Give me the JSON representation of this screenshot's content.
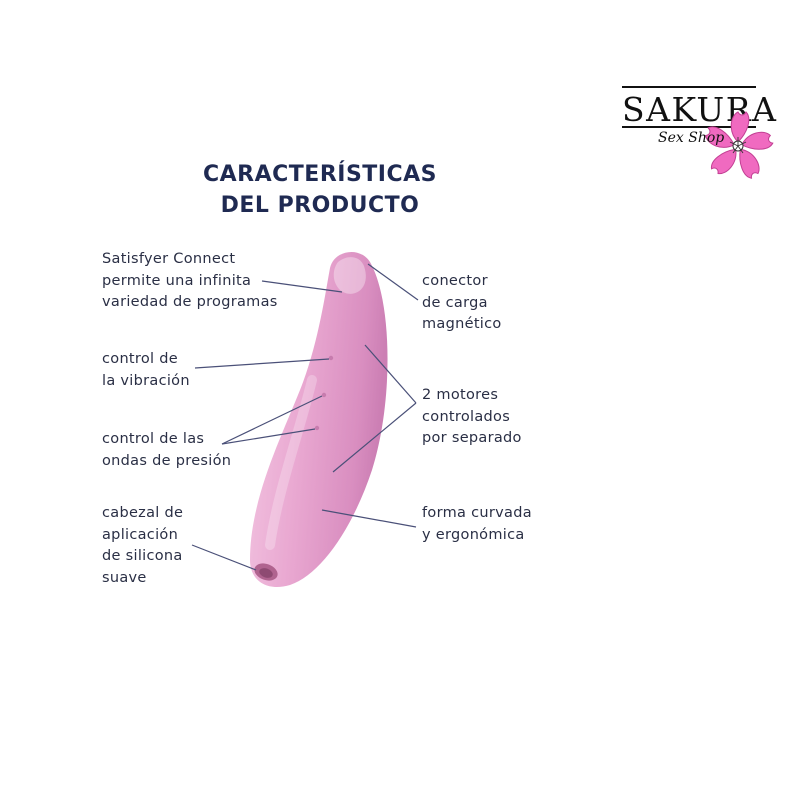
{
  "title": {
    "line1": "CARACTERÍSTICAS",
    "line2": "DEL PRODUCTO"
  },
  "labels": {
    "connect": [
      "Satisfyer Connect",
      "permite una infinita",
      "variedad de programas"
    ],
    "vibration": [
      "control de",
      "la vibración"
    ],
    "pressure": [
      "control de las",
      "ondas de presión"
    ],
    "head": [
      "cabezal de",
      "aplicación",
      "de silicona",
      "suave"
    ],
    "charger": [
      "conector",
      "de carga",
      "magnético"
    ],
    "motors": [
      "2 motores",
      "controlados",
      "por separado"
    ],
    "shape": [
      "forma curvada",
      "y ergonómica"
    ]
  },
  "logo": {
    "word": "SAKURA",
    "sub": "Sex Shop",
    "icon": "cherry-blossom-icon"
  },
  "colors": {
    "title": "#1f2a52",
    "text": "#2a2f45",
    "product": "#e9a9d2",
    "lines": "#4a5078",
    "flower": "#f06ac0"
  }
}
